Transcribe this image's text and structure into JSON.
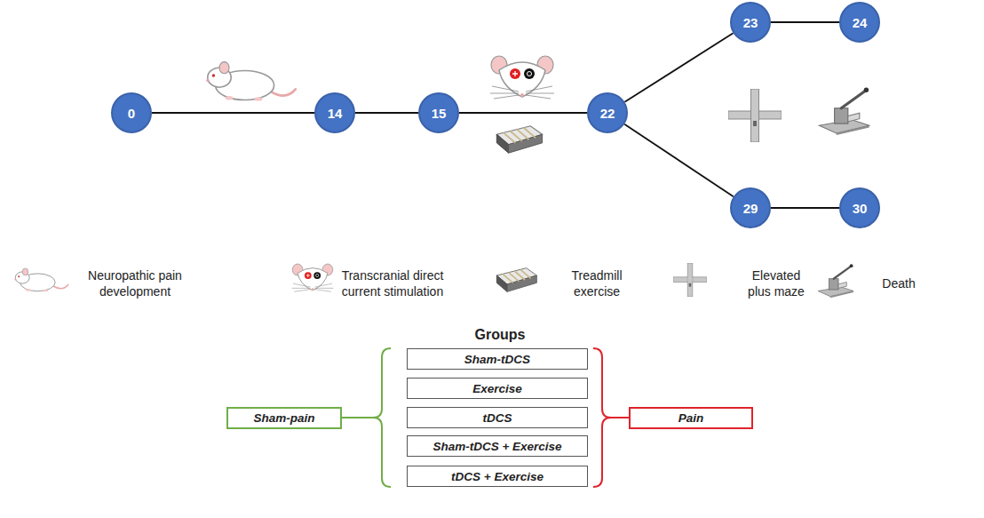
{
  "diagram": {
    "title": "Groups",
    "nodes": [
      {
        "text": [
          "0"
        ]
      },
      {
        "text": [
          "14"
        ]
      },
      {
        "text": [
          "15"
        ]
      },
      {
        "text": [
          "22"
        ]
      },
      {
        "text": [
          "23"
        ]
      },
      {
        "text": [
          "24"
        ]
      },
      {
        "text": [
          "29"
        ]
      },
      {
        "text": [
          "30"
        ]
      },
      {
        "text": [
          "Sham-pain"
        ]
      },
      {
        "text": [
          "Sham-tDCS"
        ]
      },
      {
        "text": [
          "Exercise"
        ]
      },
      {
        "text": [
          "tDCS"
        ]
      },
      {
        "text": [
          "Sham-tDCS + Exercise"
        ]
      },
      {
        "text": [
          "tDCS + Exercise"
        ]
      },
      {
        "text": [
          "Pain"
        ]
      }
    ],
    "edges": [
      {
        "from": 0,
        "to": 1,
        "arrow": "none"
      },
      {
        "from": 1,
        "to": 2,
        "arrow": "none"
      },
      {
        "from": 2,
        "to": 3,
        "arrow": "none"
      },
      {
        "from": 3,
        "to": 4,
        "arrow": "none"
      },
      {
        "from": 4,
        "to": 5,
        "arrow": "none"
      },
      {
        "from": 3,
        "to": 6,
        "arrow": "none"
      },
      {
        "from": 6,
        "to": 7,
        "arrow": "none"
      }
    ],
    "legend": [
      {
        "text": "Neuropathic pain development"
      },
      {
        "text": "Transcranial direct current stimulation"
      },
      {
        "text": "Treadmill exercise"
      },
      {
        "text": "Elevated plus maze"
      },
      {
        "text": "Death"
      }
    ]
  }
}
